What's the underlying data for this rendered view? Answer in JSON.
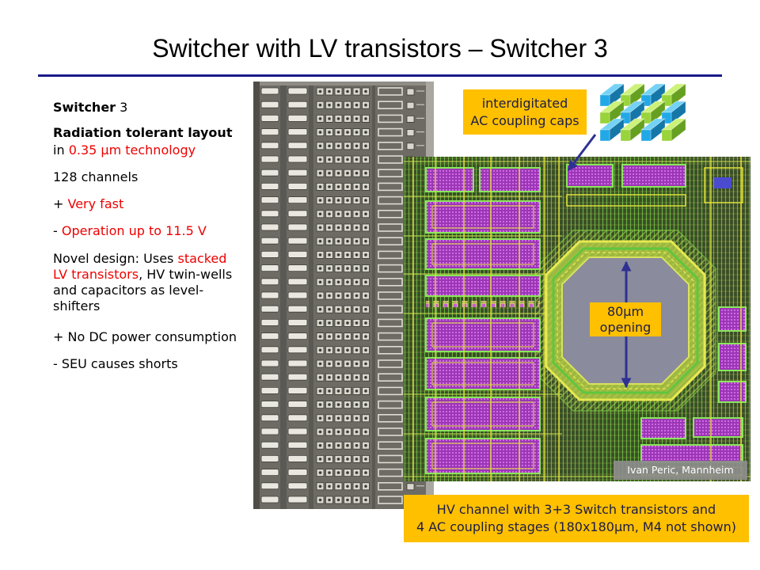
{
  "slide": {
    "title": "Switcher with LV transistors – Switcher 3"
  },
  "left_text": {
    "heading": {
      "bold": "Switcher",
      "rest": "3"
    },
    "radiation": {
      "bold": "Radiation tolerant layout",
      "pre": "in",
      "red": "0.35 µm technology"
    },
    "channels": "128 channels",
    "fast": {
      "prefix": "+",
      "red": "Very fast"
    },
    "operation": {
      "prefix": "-",
      "red": "Operation up to 11.5 V"
    },
    "novel": {
      "line1_pre": "Novel design: Uses",
      "line1_red": "stacked",
      "line2_red": "LV transistors",
      "line2_post": ", HV twin-wells",
      "line3": "and capacitors as level-",
      "line4": "shifters"
    },
    "no_dc": "+ No DC power consumption",
    "seu": "- SEU causes shorts"
  },
  "callouts": {
    "caps": {
      "line1": "interdigitated",
      "line2": "AC coupling caps"
    },
    "opening": {
      "line1": "80µm",
      "line2": "opening"
    },
    "credit": "Ivan Peric, Mannheim",
    "caption": {
      "line1": "HV channel with 3+3 Switch transistors and",
      "line2": "4 AC coupling stages (180x180µm, M4 not shown)"
    }
  },
  "icons": {
    "capacitor": "interdigitated-capacitor-icon",
    "arrow": "arrow-icon",
    "dimension_arrow": "double-arrow-icon"
  },
  "colors": {
    "title_rule": "#1a1a8a",
    "highlight_red": "#ee0000",
    "callout_bg": "#ffc000",
    "callout_text": "#1c1c4a",
    "arrow": "#2e3192",
    "credit_bg": "rgba(140,140,140,0.92)"
  }
}
